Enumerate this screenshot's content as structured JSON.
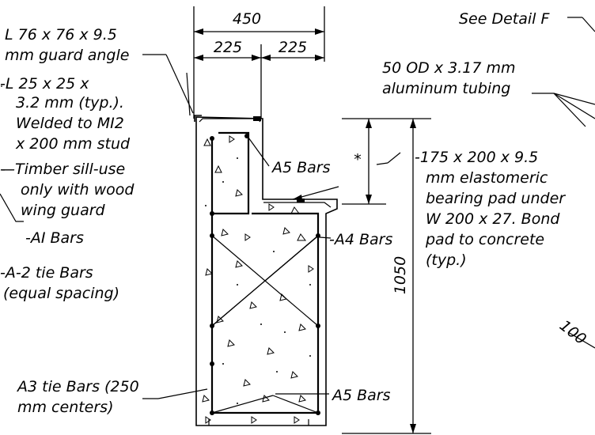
{
  "dimensions": {
    "total_width": "450",
    "half_left": "225",
    "half_right": "225",
    "height": "1050",
    "backwall_marker": "*"
  },
  "labels": {
    "guard_angle_1": "L 76 x 76 x 9.5",
    "guard_angle_2": "mm guard angle",
    "small_angle_1": "L 25 x 25 x",
    "small_angle_2": "3.2 mm (typ.).",
    "small_angle_3": "Welded to MI2",
    "small_angle_4": "x 200 mm stud",
    "timber_1": "Timber sill-use",
    "timber_2": "only with wood",
    "timber_3": "wing guard",
    "a1": "AI Bars",
    "a2_1": "A-2 tie Bars",
    "a2_2": "(equal spacing)",
    "a3_1": "A3 tie Bars (250",
    "a3_2": "mm centers)",
    "a5_top": "A5 Bars",
    "a4": "A4 Bars",
    "a5_bottom": "A5 Bars",
    "detail_f": "See Detail F",
    "tubing_1": "50 OD x 3.17 mm",
    "tubing_2": "aluminum tubing",
    "pad_1": "175 x 200 x 9.5",
    "pad_2": "mm elastomeric",
    "pad_3": "bearing pad under",
    "pad_4": "W 200 x 27. Bond",
    "pad_5": "pad to concrete",
    "pad_6": "(typ.)",
    "slope": "100"
  }
}
